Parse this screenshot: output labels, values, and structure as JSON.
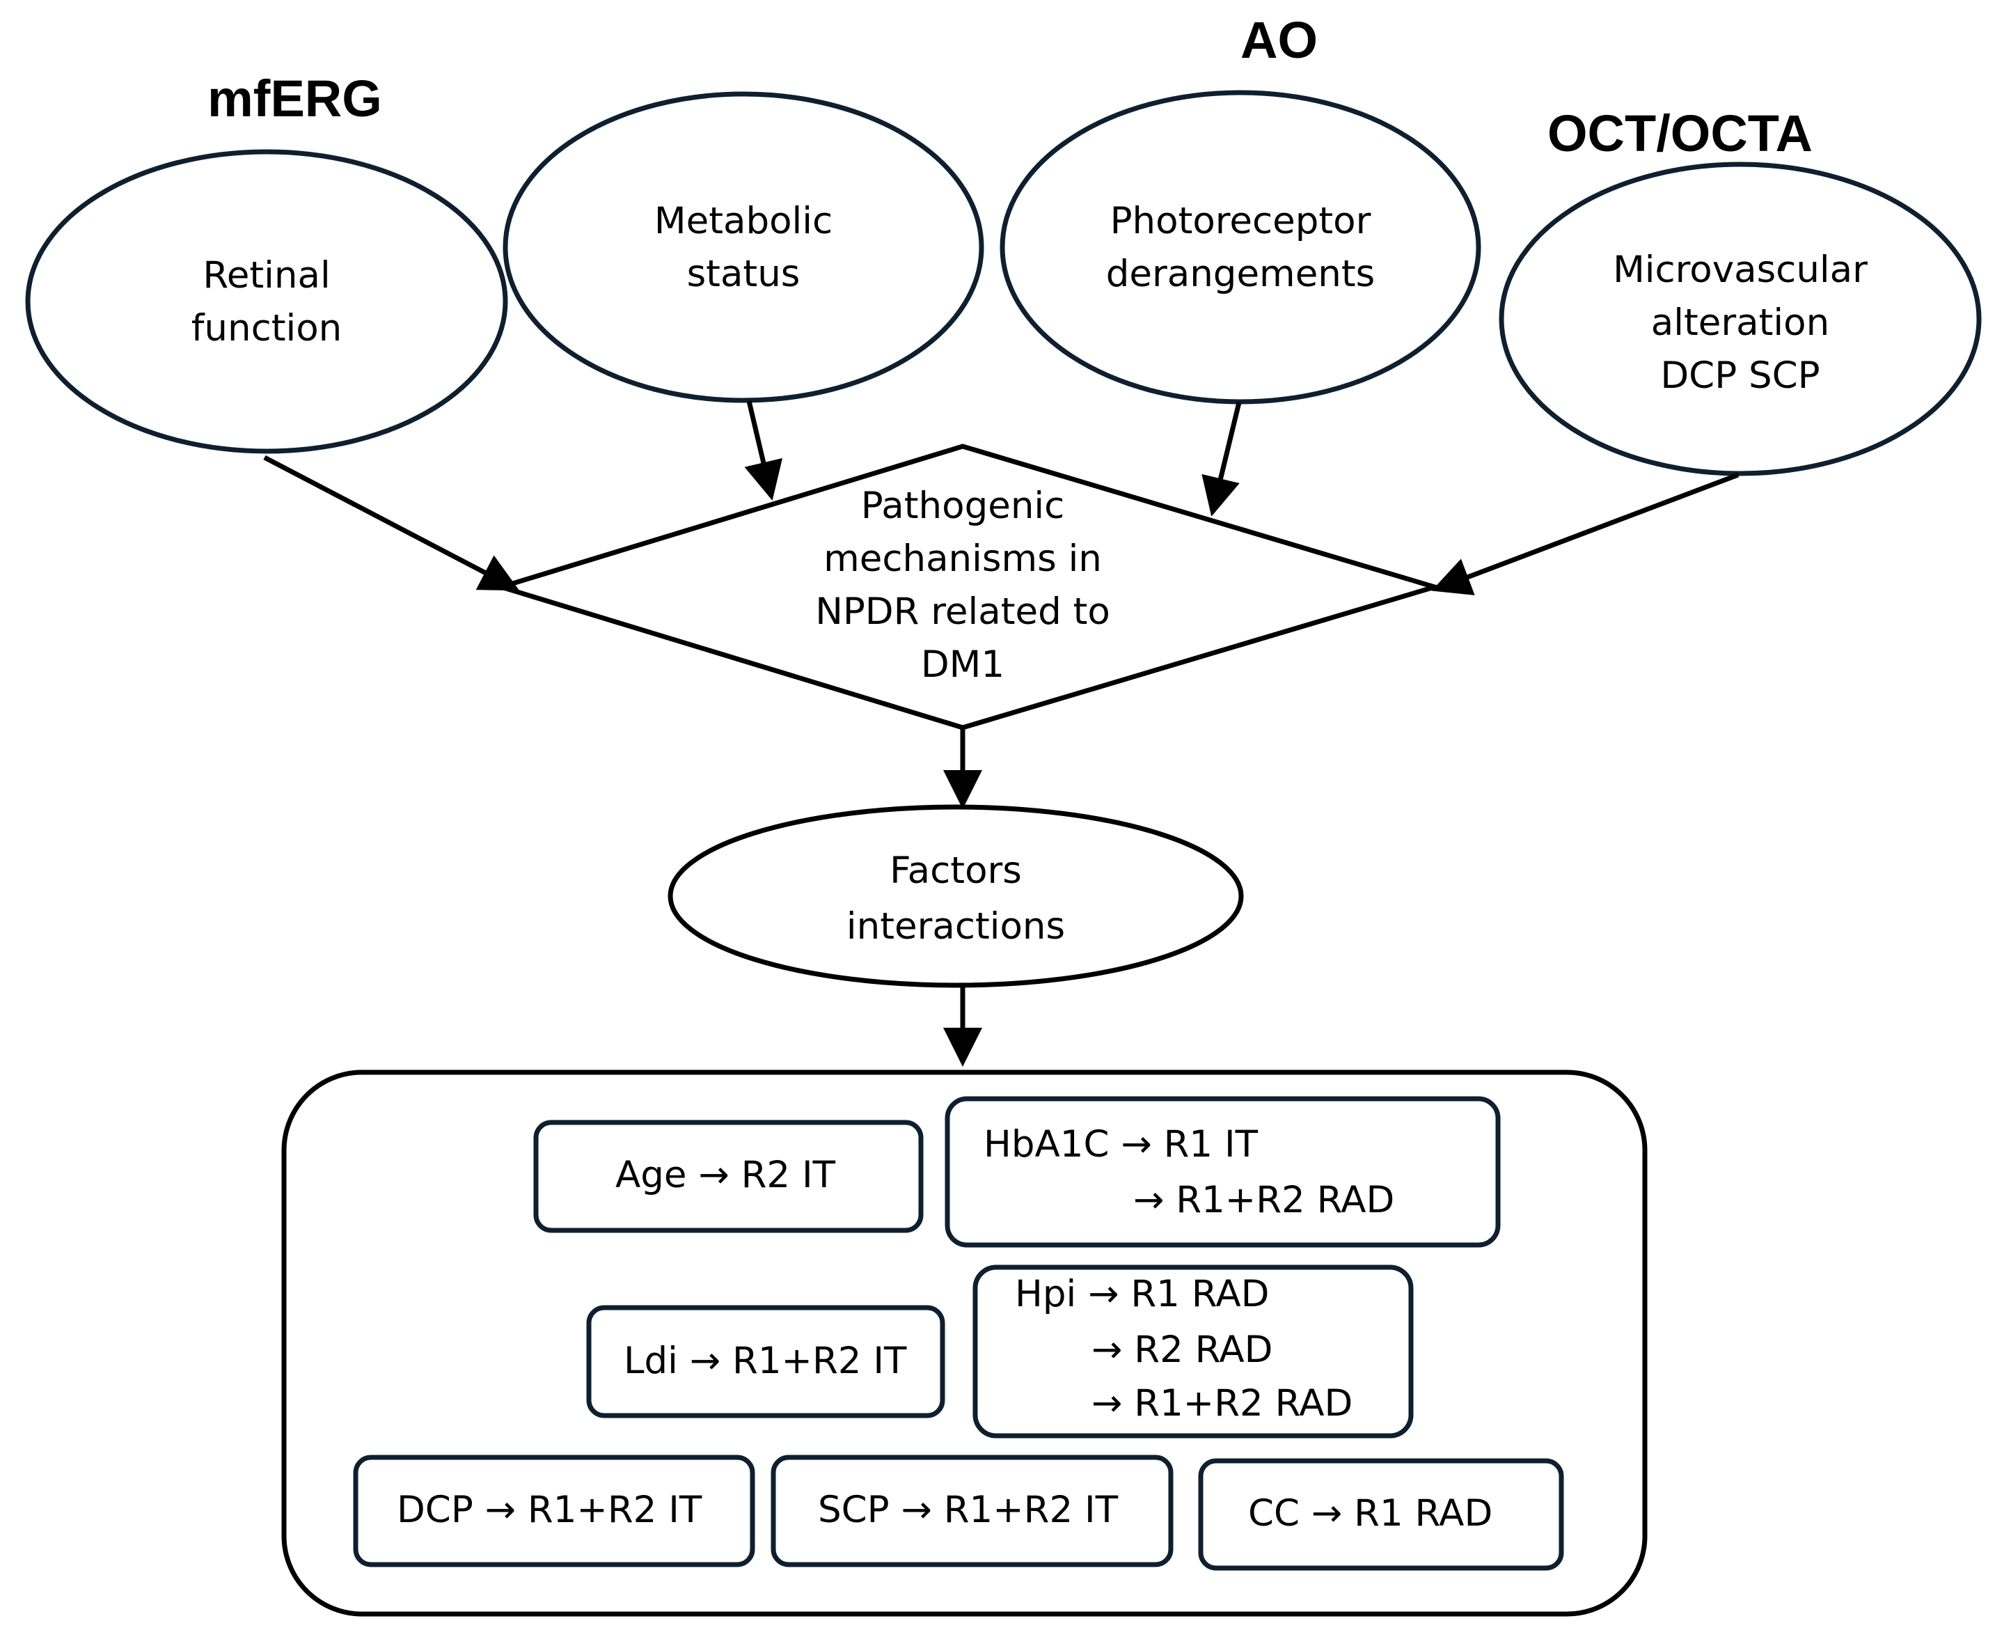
{
  "methods": {
    "mferg": "mfERG",
    "ao": "AO",
    "oct": "OCT/OCTA"
  },
  "ovals": {
    "retinal": [
      "Retinal",
      "function"
    ],
    "metabolic": [
      "Metabolic",
      "status"
    ],
    "photoreceptor": [
      "Photoreceptor",
      "derangements"
    ],
    "microvascular": [
      "Microvascular",
      "alteration",
      "DCP SCP"
    ]
  },
  "diamond": [
    "Pathogenic",
    "mechanisms in",
    "NPDR  related to",
    "DM1"
  ],
  "factors": [
    "Factors",
    "interactions"
  ],
  "results": {
    "age": "Age → R2 IT",
    "hba1c": [
      "HbA1C → R1 IT",
      "→ R1+R2 RAD"
    ],
    "ldi": "Ldi → R1+R2 IT",
    "hpi": [
      "Hpi → R1 RAD",
      "→ R2 RAD",
      "→ R1+R2 RAD"
    ],
    "dcp": "DCP → R1+R2 IT",
    "scp": "SCP → R1+R2 IT",
    "cc": "CC → R1 RAD"
  },
  "colors": {
    "stroke": "#0f1f2e",
    "arrow": "#000000"
  }
}
